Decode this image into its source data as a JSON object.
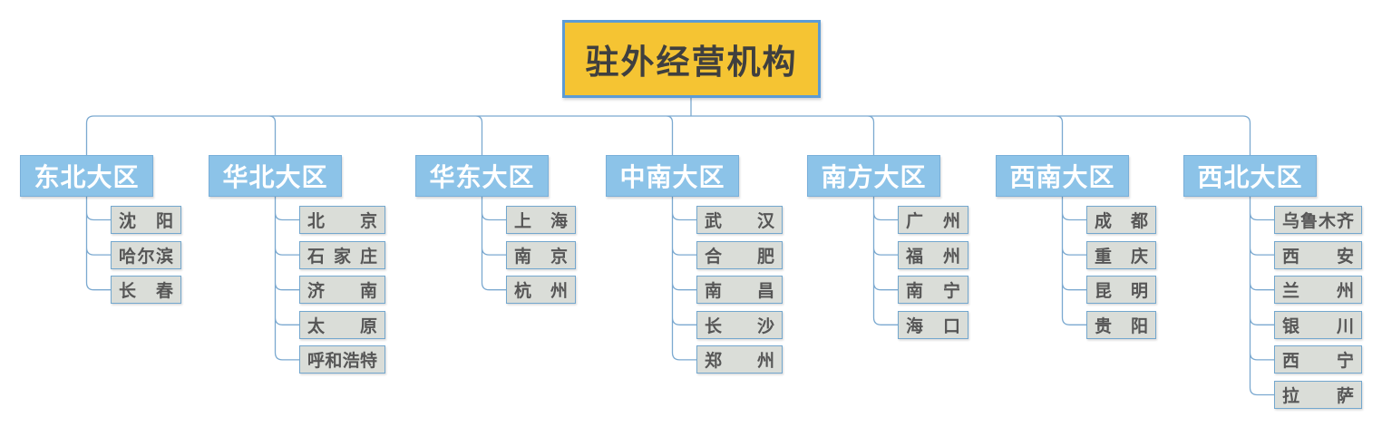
{
  "diagram": {
    "root": "驻外经营机构",
    "regions": [
      {
        "name": "东北大区",
        "cities": [
          "沈阳",
          "哈尔滨",
          "长春"
        ]
      },
      {
        "name": "华北大区",
        "cities": [
          "北京",
          "石家庄",
          "济南",
          "太原",
          "呼和浩特"
        ]
      },
      {
        "name": "华东大区",
        "cities": [
          "上海",
          "南京",
          "杭州"
        ]
      },
      {
        "name": "中南大区",
        "cities": [
          "武汉",
          "合肥",
          "南昌",
          "长沙",
          "郑州"
        ]
      },
      {
        "name": "南方大区",
        "cities": [
          "广州",
          "福州",
          "南宁",
          "海口"
        ]
      },
      {
        "name": "西南大区",
        "cities": [
          "成都",
          "重庆",
          "昆明",
          "贵阳"
        ]
      },
      {
        "name": "西北大区",
        "cities": [
          "乌鲁木齐",
          "西安",
          "兰州",
          "银川",
          "西宁",
          "拉萨"
        ]
      }
    ],
    "colors": {
      "background": "#FFFFFF",
      "root_fill": "#F5C433",
      "root_border": "#5B9BD5",
      "root_text": "#3F3F3F",
      "region_fill": "#8CC3E8",
      "region_border": "#79AFD9",
      "region_text": "#FFFFFF",
      "city_fill": "#DADDD8",
      "city_border": "#73A7CE",
      "city_text": "#565656",
      "line": "#7BA9D0"
    }
  }
}
